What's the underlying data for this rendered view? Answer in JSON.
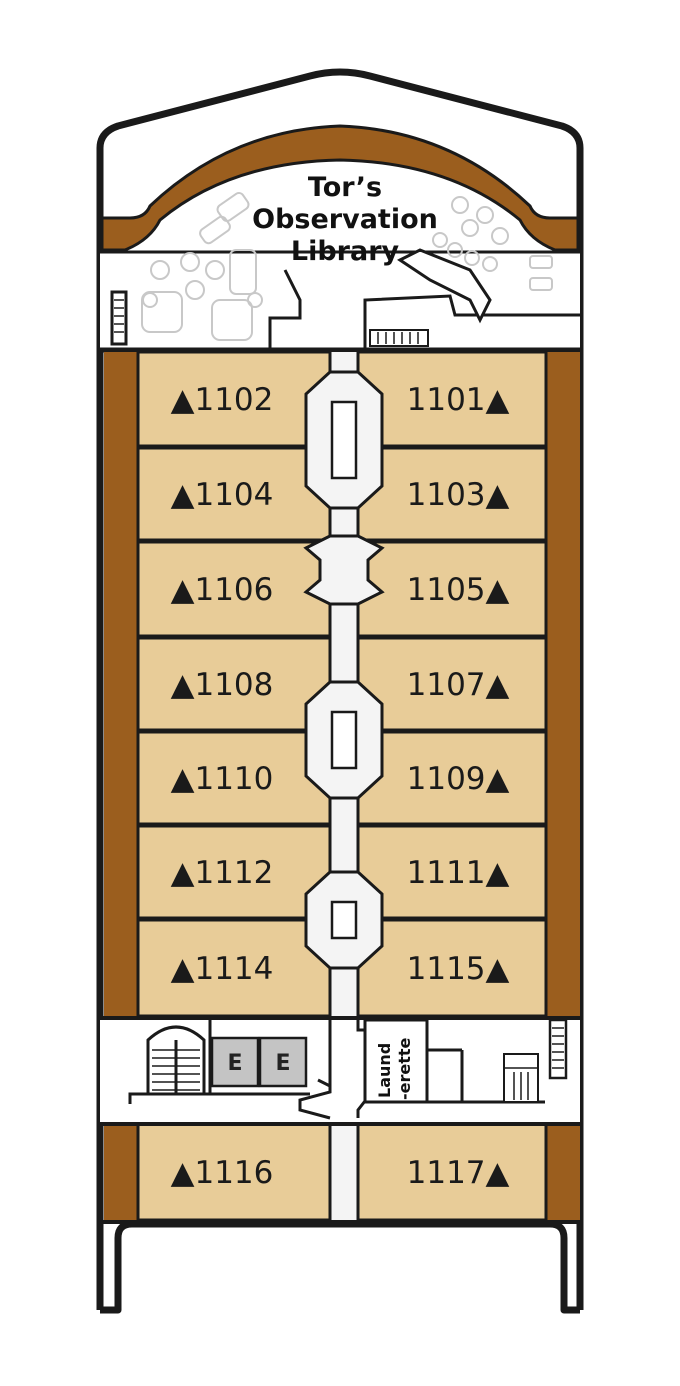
{
  "colors": {
    "cabin": "#e8cc98",
    "wood": "#9b5e1e",
    "outline": "#1a1a1a",
    "corridor": "#f4f4f4",
    "elevator": "#c4c4c4"
  },
  "library": {
    "line1": "Tor’s",
    "line2": "Observation",
    "line3": "Library"
  },
  "laundrette": {
    "line1": "Laund",
    "line2": "-erette"
  },
  "elevators": [
    "E",
    "E"
  ],
  "cabins": {
    "left": [
      {
        "label": "▲1102"
      },
      {
        "label": "▲1104"
      },
      {
        "label": "▲1106"
      },
      {
        "label": "▲1108"
      },
      {
        "label": "▲1110"
      },
      {
        "label": "▲1112"
      },
      {
        "label": "▲1114"
      },
      {
        "label": "▲1116"
      }
    ],
    "right": [
      {
        "label": "1101▲"
      },
      {
        "label": "1103▲"
      },
      {
        "label": "1105▲"
      },
      {
        "label": "1107▲"
      },
      {
        "label": "1109▲"
      },
      {
        "label": "1111▲"
      },
      {
        "label": "1115▲"
      },
      {
        "label": "1117▲"
      }
    ]
  }
}
